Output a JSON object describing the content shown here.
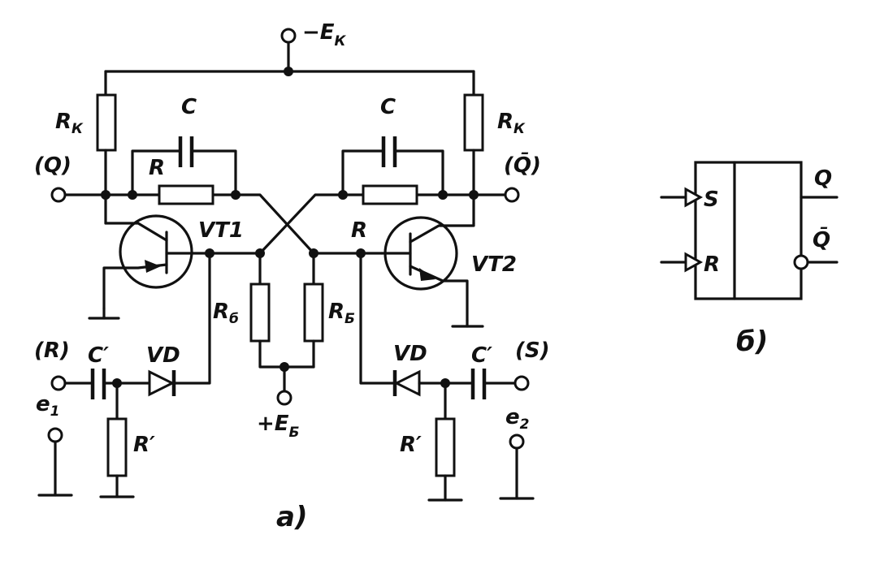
{
  "labels": {
    "supply_collector": "−E",
    "supply_collector_sub": "К",
    "supply_base": "+E",
    "supply_base_sub": "Б",
    "rk_left": "R",
    "rk_left_sub": "К",
    "rk_right": "R",
    "rk_right_sub": "К",
    "c_left": "C",
    "c_right": "C",
    "r_left": "R",
    "r_right": "R",
    "q_out": "(Q)",
    "qbar_out": "(Q̄)",
    "vt1": "VT1",
    "vt2": "VT2",
    "rb_left": "R",
    "rb_left_sub": "б",
    "rb_right": "R",
    "rb_right_sub": "Б",
    "r_in": "(R)",
    "s_in": "(S)",
    "cprime_left": "C′",
    "cprime_right": "C′",
    "vd_left": "VD",
    "vd_right": "VD",
    "rprime_left": "R′",
    "rprime_right": "R′",
    "e1": "e",
    "e1_sub": "1",
    "e2": "e",
    "e2_sub": "2",
    "caption_a": "a)",
    "caption_b": "б)"
  },
  "block": {
    "input_s": "S",
    "input_r": "R",
    "output_q": "Q",
    "output_qbar": "Q̄"
  }
}
